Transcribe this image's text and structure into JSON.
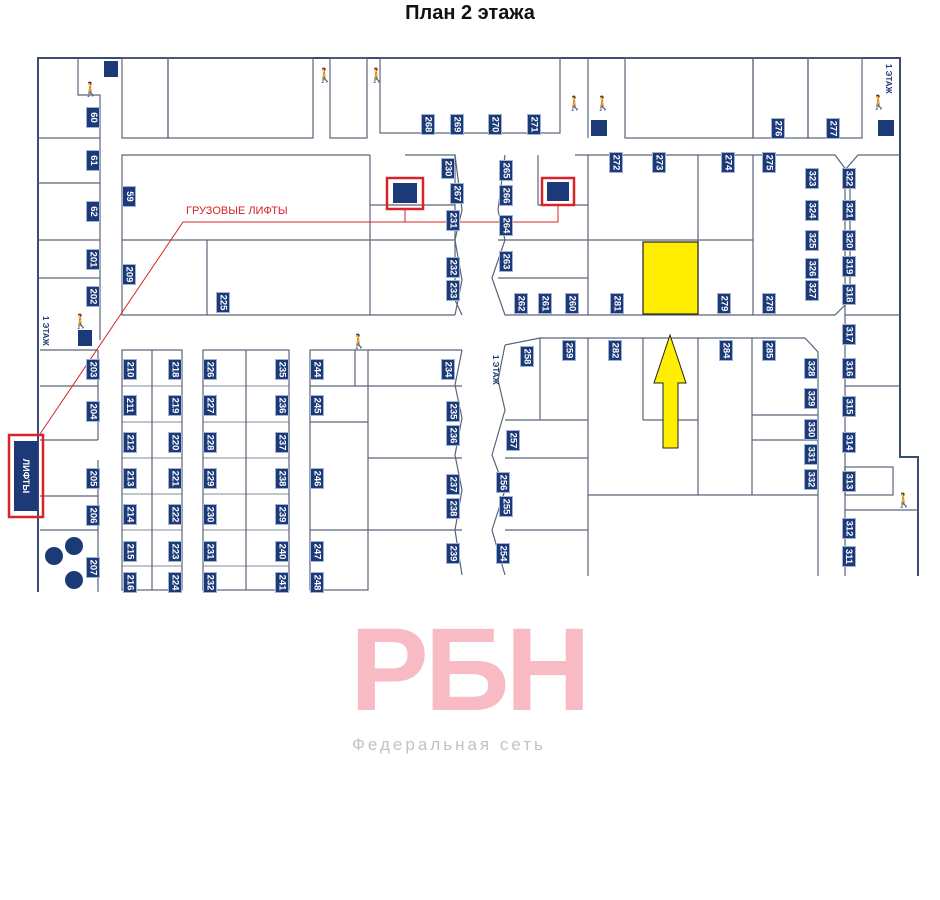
{
  "title": "План 2 этажа",
  "annotations": {
    "freight_lifts": "ГРУЗОВЫЕ ЛИФТЫ",
    "lifts": "ЛИФТЫ",
    "floor_link": "1 ЭТАЖ"
  },
  "watermark": {
    "logo": "РБН",
    "subtitle": "Федеральная сеть"
  },
  "highlight_color": "#ffee00",
  "wall_color": "#5a6478",
  "label_color": "#1d3a78",
  "rooms": [
    "268",
    "269",
    "270",
    "271",
    "276",
    "277",
    "60",
    "61",
    "62",
    "201",
    "202",
    "59",
    "209",
    "225",
    "230",
    "267",
    "231",
    "232",
    "233",
    "265",
    "266",
    "264",
    "263",
    "262",
    "261",
    "260",
    "281",
    "279",
    "278",
    "272",
    "273",
    "274",
    "275",
    "323",
    "324",
    "325",
    "326",
    "327",
    "322",
    "321",
    "320",
    "319",
    "318",
    "317",
    "316",
    "315",
    "314",
    "313",
    "312",
    "311",
    "258",
    "259",
    "282",
    "284",
    "285",
    "328",
    "329",
    "330",
    "331",
    "332",
    "257",
    "256",
    "255",
    "254",
    "203",
    "204",
    "205",
    "206",
    "207",
    "210",
    "211",
    "212",
    "213",
    "214",
    "215",
    "216",
    "218",
    "219",
    "220",
    "221",
    "222",
    "223",
    "224",
    "226",
    "227",
    "228",
    "229",
    "230",
    "231",
    "232",
    "235",
    "236",
    "237",
    "238",
    "239",
    "240",
    "241",
    "244",
    "245",
    "246",
    "247",
    "248",
    "234",
    "235",
    "236",
    "237",
    "238",
    "239"
  ]
}
